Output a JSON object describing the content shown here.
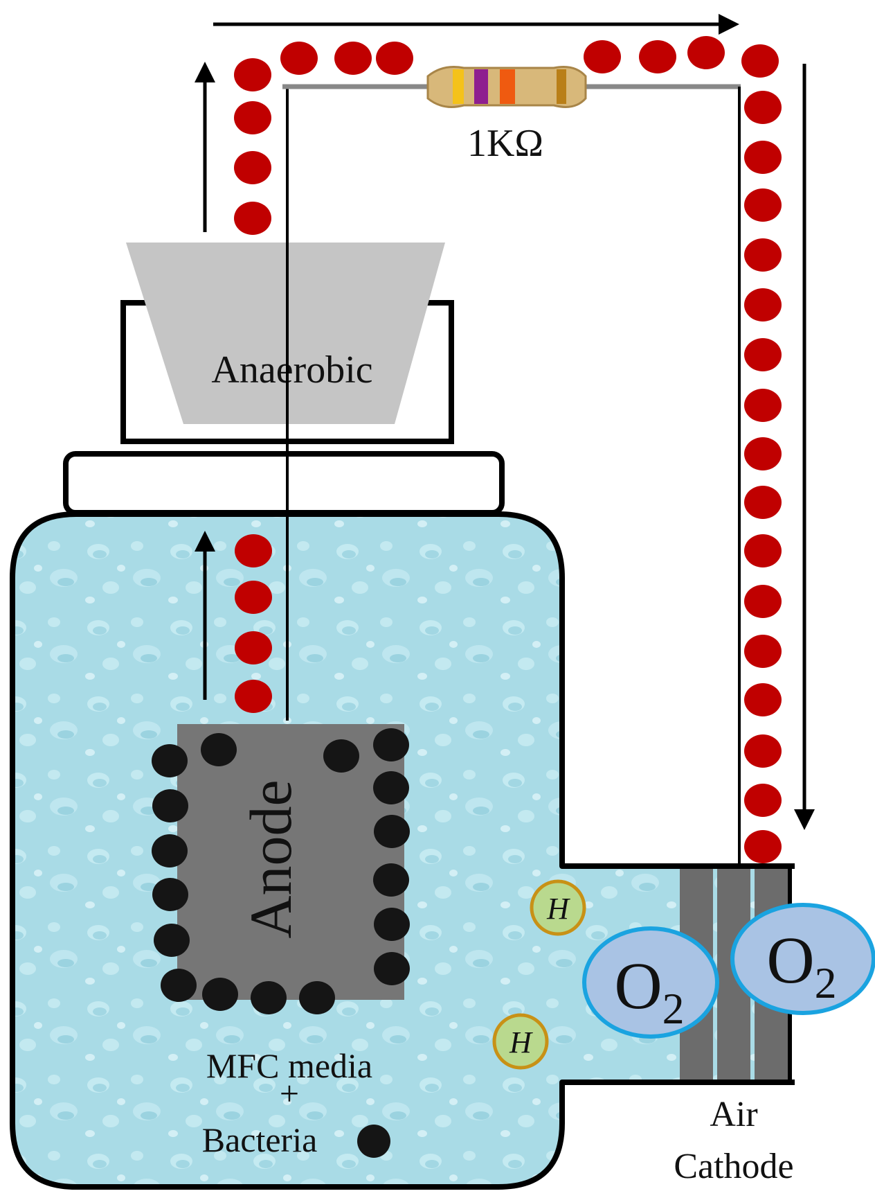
{
  "resistor": {
    "label": "1KΩ"
  },
  "anaerobic": {
    "label": "Anaerobic"
  },
  "anode": {
    "label": "Anode"
  },
  "media": {
    "line1": "MFC media",
    "line2": "+",
    "line3": "Bacteria"
  },
  "cathode": {
    "line1": "Air",
    "line2": "Cathode"
  },
  "proton": {
    "symbol": "H"
  },
  "oxygen": {
    "symbol": "O",
    "subscript": "2"
  },
  "colors": {
    "electron": "#c00000",
    "bacteria": "#151515",
    "water": "#a9dbe6",
    "anode": "#767676",
    "oxygen_fill": "#a9c3e4",
    "oxygen_stroke": "#1aa3e0",
    "proton_fill": "#b9d98e",
    "proton_stroke": "#c89116"
  }
}
